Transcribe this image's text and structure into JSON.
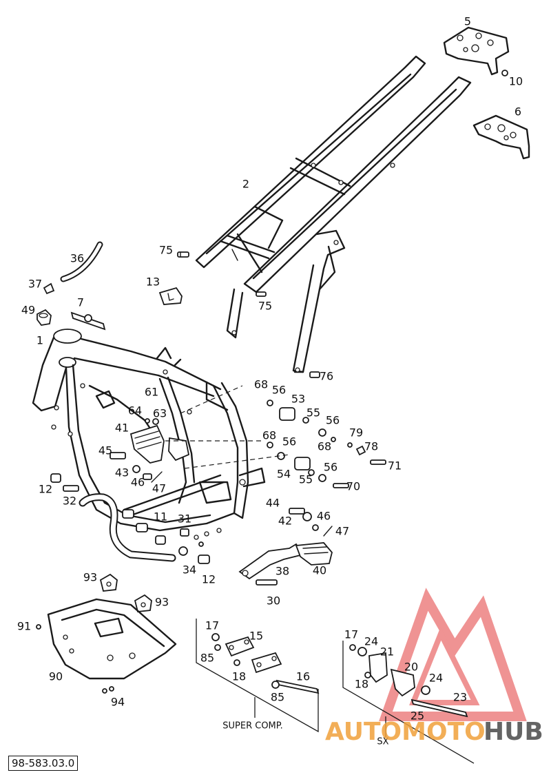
{
  "document_code": "98-583.03.0",
  "callouts": [
    {
      "id": "c5",
      "text": "5"
    },
    {
      "id": "c10",
      "text": "10"
    },
    {
      "id": "c6",
      "text": "6"
    },
    {
      "id": "c2",
      "text": "2"
    },
    {
      "id": "c75a",
      "text": "75"
    },
    {
      "id": "c75b",
      "text": "75"
    },
    {
      "id": "c36",
      "text": "36"
    },
    {
      "id": "c37",
      "text": "37"
    },
    {
      "id": "c13",
      "text": "13"
    },
    {
      "id": "c7",
      "text": "7"
    },
    {
      "id": "c49",
      "text": "49"
    },
    {
      "id": "c1",
      "text": "1"
    },
    {
      "id": "c76",
      "text": "76"
    },
    {
      "id": "c68a",
      "text": "68"
    },
    {
      "id": "c56a",
      "text": "56"
    },
    {
      "id": "c53",
      "text": "53"
    },
    {
      "id": "c61",
      "text": "61"
    },
    {
      "id": "c55a",
      "text": "55"
    },
    {
      "id": "c56b",
      "text": "56"
    },
    {
      "id": "c64",
      "text": "64"
    },
    {
      "id": "c63",
      "text": "63"
    },
    {
      "id": "c79",
      "text": "79"
    },
    {
      "id": "c41",
      "text": "41"
    },
    {
      "id": "c68b",
      "text": "68"
    },
    {
      "id": "c56c",
      "text": "56"
    },
    {
      "id": "c68c",
      "text": "68"
    },
    {
      "id": "c78",
      "text": "78"
    },
    {
      "id": "c45",
      "text": "45"
    },
    {
      "id": "c71",
      "text": "71"
    },
    {
      "id": "c56d",
      "text": "56"
    },
    {
      "id": "c43",
      "text": "43"
    },
    {
      "id": "c54",
      "text": "54"
    },
    {
      "id": "c46a",
      "text": "46"
    },
    {
      "id": "c55b",
      "text": "55"
    },
    {
      "id": "c70",
      "text": "70"
    },
    {
      "id": "c47a",
      "text": "47"
    },
    {
      "id": "c12a",
      "text": "12"
    },
    {
      "id": "c32",
      "text": "32"
    },
    {
      "id": "c44",
      "text": "44"
    },
    {
      "id": "c11",
      "text": "11"
    },
    {
      "id": "c31",
      "text": "31"
    },
    {
      "id": "c42",
      "text": "42"
    },
    {
      "id": "c46b",
      "text": "46"
    },
    {
      "id": "c47b",
      "text": "47"
    },
    {
      "id": "c34",
      "text": "34"
    },
    {
      "id": "c12b",
      "text": "12"
    },
    {
      "id": "c38",
      "text": "38"
    },
    {
      "id": "c40",
      "text": "40"
    },
    {
      "id": "c93a",
      "text": "93"
    },
    {
      "id": "c93b",
      "text": "93"
    },
    {
      "id": "c30",
      "text": "30"
    },
    {
      "id": "c91",
      "text": "91"
    },
    {
      "id": "c17a",
      "text": "17"
    },
    {
      "id": "c15",
      "text": "15"
    },
    {
      "id": "c17b",
      "text": "17"
    },
    {
      "id": "c24a",
      "text": "24"
    },
    {
      "id": "c21",
      "text": "21"
    },
    {
      "id": "c85a",
      "text": "85"
    },
    {
      "id": "c20",
      "text": "20"
    },
    {
      "id": "c90",
      "text": "90"
    },
    {
      "id": "c18a",
      "text": "18"
    },
    {
      "id": "c16",
      "text": "16"
    },
    {
      "id": "c24b",
      "text": "24"
    },
    {
      "id": "c18b",
      "text": "18"
    },
    {
      "id": "c23",
      "text": "23"
    },
    {
      "id": "c94",
      "text": "94"
    },
    {
      "id": "c85b",
      "text": "85"
    },
    {
      "id": "c25",
      "text": "25"
    }
  ],
  "captions": {
    "super_comp": "SUPER COMP.",
    "sx": "SX"
  },
  "watermark": {
    "part1": "AUTOMOTO",
    "part2": "HUB",
    "color_main": "#f0a13a",
    "color_hub": "#4a4a4a",
    "logo_color": "#e23b3b"
  }
}
